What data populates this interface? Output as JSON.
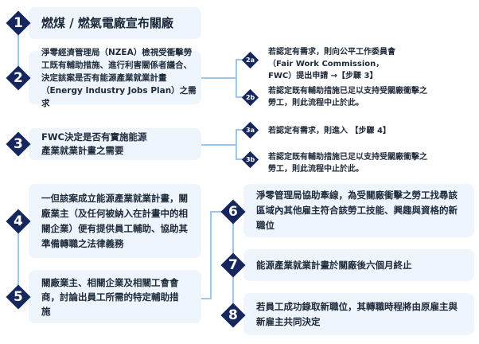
{
  "steps": [
    {
      "num": "1",
      "text": "燃煤 / 燃氣電廠宣布關廠"
    },
    {
      "num": "2",
      "text": "淨零經濟管理局（NZEA）檢視受衝擊勞工既有輔助措施、進行利害關係者議合、決定該案是否有能源產業就業計畫（Energy Industry Jobs Plan）之需求"
    },
    {
      "num": "3",
      "text": "FWC決定是否有實施能源產業就業計畫之需要"
    },
    {
      "num": "4",
      "text": "一但該案成立能源產業就業計畫，關廠業主（及任何被納入在計畫中的相關企業）便有提供員工輔助、協助其準備轉職之法律義務"
    },
    {
      "num": "5",
      "text": "關廠業主、相關企業及相關工會會商，討論出員工所需的特定輔助措施"
    },
    {
      "num": "6",
      "text": "淨零管理局協助牽線，為受關廠衝擊之勞工找尋該區域內其他雇主符合該勞工技能、興趣與資格的新職位"
    },
    {
      "num": "7",
      "text": "能源產業就業計畫於關廠後六個月終止"
    },
    {
      "num": "8",
      "text": "若員工成功錄取新職位，其轉職時程將由原雇主與新雇主共同決定"
    }
  ],
  "branches": [
    {
      "num": "2a",
      "text": "若認定有需求，則向公平工作委員會（Fair Work Commission，FWC）提出申請 →【步驟 3】"
    },
    {
      "num": "2b",
      "text": "若認定既有輔助措施已足以支持受關廠衝擊之勞工，則此流程中止於此。"
    },
    {
      "num": "3a",
      "text": "若認定有需求，則進入 【步驟 4】"
    },
    {
      "num": "3b",
      "text": "若認定既有輔助措施已足以支持受關廠衝擊之勞工，則此流程中止於此。"
    }
  ]
}
